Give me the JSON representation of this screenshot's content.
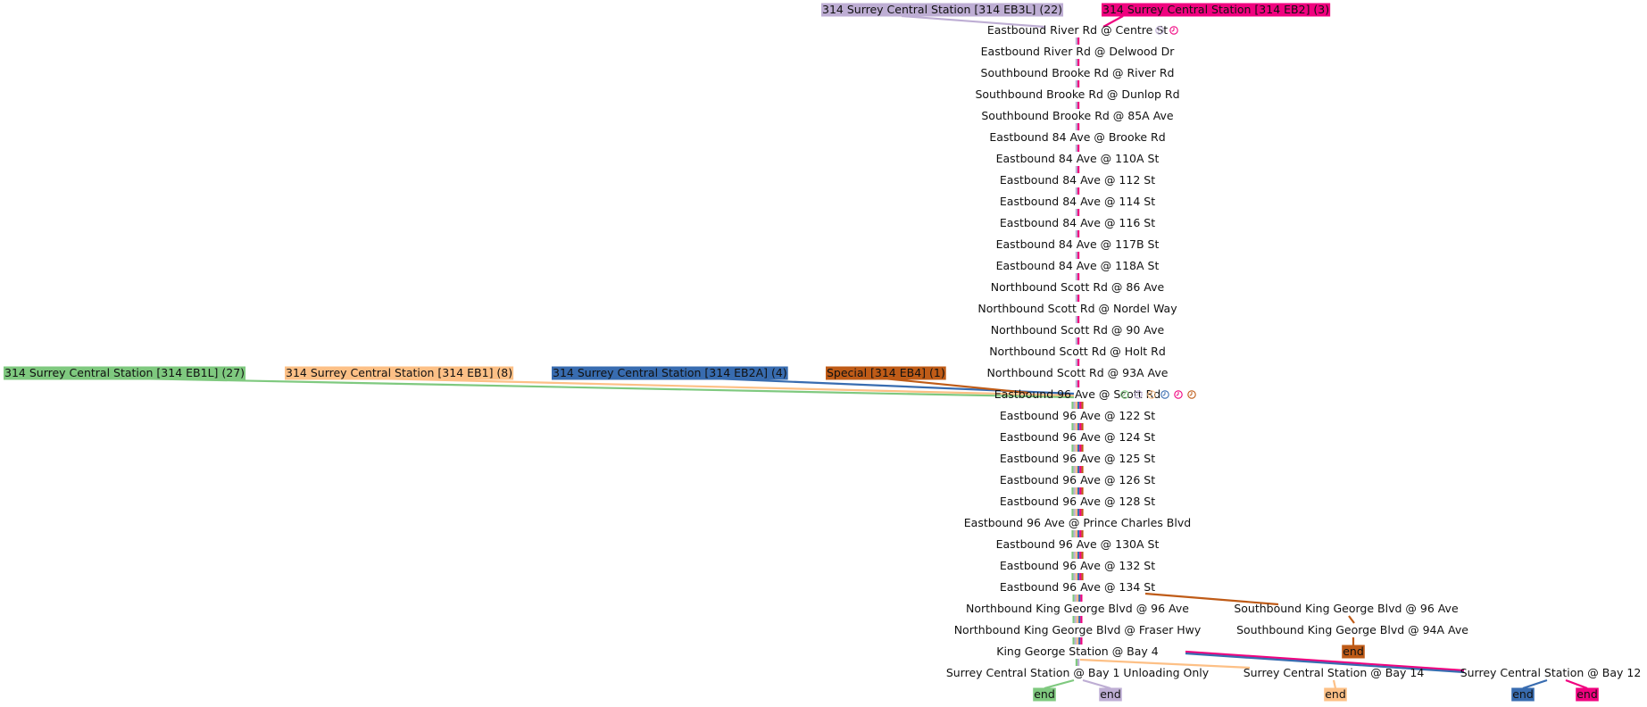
{
  "colors": {
    "green": "#7fc97f",
    "lavender": "#beaed4",
    "peach": "#fdc086",
    "blue": "#386cb0",
    "magenta": "#f0027f",
    "orange": "#bf5b17",
    "gray": "#999999"
  },
  "routes": [
    {
      "id": "eb1l",
      "label": "314 Surrey Central Station [314 EB1L] (27)",
      "color": "green"
    },
    {
      "id": "eb1",
      "label": "314 Surrey Central Station [314 EB1] (8)",
      "color": "peach"
    },
    {
      "id": "eb2a",
      "label": "314 Surrey Central Station [314 EB2A] (4)",
      "color": "blue"
    },
    {
      "id": "eb4",
      "label": "Special [314 EB4] (1)",
      "color": "orange"
    },
    {
      "id": "eb3l",
      "label": "314 Surrey Central Station [314 EB3L] (22)",
      "color": "lavender"
    },
    {
      "id": "eb2",
      "label": "314 Surrey Central Station [314 EB2] (3)",
      "color": "magenta"
    }
  ],
  "stops": [
    "Eastbound River Rd @ Centre St",
    "Eastbound River Rd @ Delwood Dr",
    "Southbound Brooke Rd @ River Rd",
    "Southbound Brooke Rd @ Dunlop Rd",
    "Southbound Brooke Rd @ 85A Ave",
    "Eastbound 84 Ave @ Brooke Rd",
    "Eastbound 84 Ave @ 110A St",
    "Eastbound 84 Ave @ 112 St",
    "Eastbound 84 Ave @ 114 St",
    "Eastbound 84 Ave @ 116 St",
    "Eastbound 84 Ave @ 117B St",
    "Eastbound 84 Ave @ 118A St",
    "Northbound Scott Rd @ 86 Ave",
    "Northbound Scott Rd @ Nordel Way",
    "Northbound Scott Rd @ 90 Ave",
    "Northbound Scott Rd @ Holt Rd",
    "Northbound Scott Rd @ 93A Ave",
    "Eastbound 96 Ave @ Scott Rd",
    "Eastbound 96 Ave @ 122 St",
    "Eastbound 96 Ave @ 124 St",
    "Eastbound 96 Ave @ 125 St",
    "Eastbound 96 Ave @ 126 St",
    "Eastbound 96 Ave @ 128 St",
    "Eastbound 96 Ave @ Prince Charles Blvd",
    "Eastbound 96 Ave @ 130A St",
    "Eastbound 96 Ave @ 132 St",
    "Eastbound 96 Ave @ 134 St",
    "Northbound King George Blvd @ 96 Ave",
    "Northbound King George Blvd @ Fraser Hwy",
    "King George Station @ Bay 4",
    "Surrey Central Station @ Bay 1 Unloading Only"
  ],
  "branch_stops": [
    "Southbound King George Blvd @ 96 Ave",
    "Southbound King George Blvd @ 94A Ave",
    "Surrey Central Station @ Bay 14",
    "Surrey Central Station @ Bay 12"
  ],
  "end_label": "end",
  "end_markers": [
    {
      "route": "eb4",
      "label": "end"
    },
    {
      "route": "eb1l",
      "label": "end"
    },
    {
      "route": "eb3l",
      "label": "end"
    },
    {
      "route": "eb1",
      "label": "end"
    },
    {
      "route": "eb2a",
      "label": "end"
    },
    {
      "route": "eb2",
      "label": "end"
    }
  ]
}
